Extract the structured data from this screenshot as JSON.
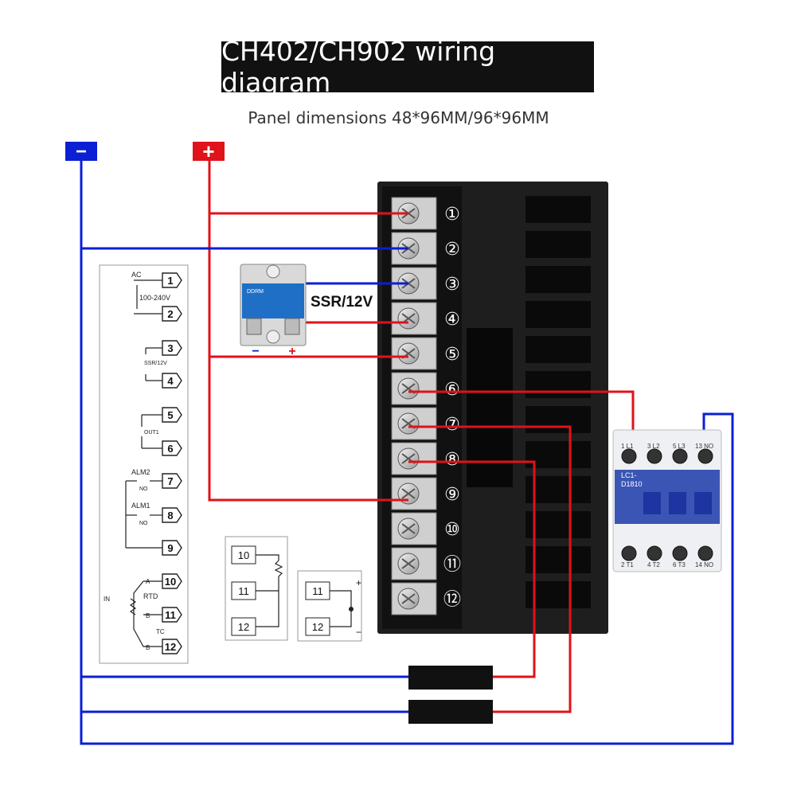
{
  "title": "CH402/CH902 wiring diagram",
  "subtitle": "Panel dimensions 48*96MM/96*96MM",
  "polarity": {
    "minus": "−",
    "plus": "+"
  },
  "colors": {
    "negative": "#0b1fd4",
    "positive": "#e0121a",
    "terminal_block": "#1a1a1a"
  },
  "terminals": [
    "①",
    "②",
    "③",
    "④",
    "⑤",
    "⑥",
    "⑦",
    "⑧",
    "⑨",
    "⑩",
    "⑪",
    "⑫"
  ],
  "ssr": {
    "label": "SSR/12V",
    "brand": "DDRM",
    "minus": "−",
    "plus": "+"
  },
  "schematic": {
    "ac": "AC",
    "voltage": "100-240V",
    "ssr": "SSR/12V",
    "out": "OUT1",
    "alm2": "ALM2",
    "alm1": "ALM1",
    "no": "NO",
    "rtd": "RTD",
    "tc": "TC",
    "in": "IN",
    "a": "A",
    "b": "B",
    "numbers": [
      "1",
      "2",
      "3",
      "4",
      "5",
      "6",
      "7",
      "8",
      "9",
      "10",
      "11",
      "12"
    ]
  },
  "rtd_box": {
    "numbers": [
      "10",
      "11",
      "12"
    ]
  },
  "tc_box": {
    "numbers": [
      "11",
      "12"
    ],
    "plus": "+",
    "minus": "−"
  },
  "contactor": {
    "model_top": "LC1-",
    "model": "D1810",
    "top_labels": [
      "1 L1",
      "3 L2",
      "5 L3",
      "13 NO"
    ],
    "bottom_labels": [
      "2 T1",
      "4 T2",
      "6 T3",
      "14 NO"
    ]
  }
}
